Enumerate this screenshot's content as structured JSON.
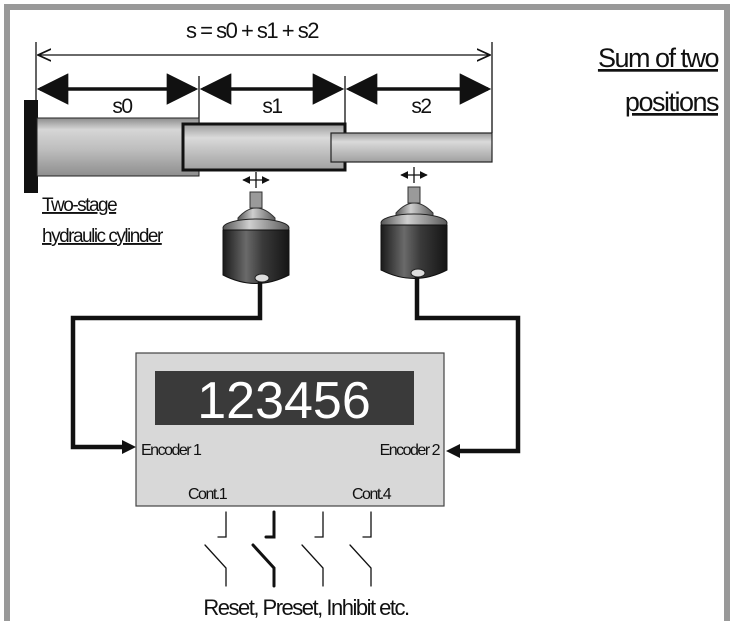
{
  "formula": "s = s0 + s1 + s2",
  "title_line1": "Sum of two",
  "title_line2": "positions",
  "segments": {
    "s0": "s0",
    "s1": "s1",
    "s2": "s2"
  },
  "cylinder_line1": "Two-stage",
  "cylinder_line2": "hydraulic cylinder",
  "display_value": "123456",
  "encoder1_label": "Encoder 1",
  "encoder2_label": "Encoder 2",
  "cont1_label": "Cont.1",
  "cont4_label": "Cont.4",
  "footer_label": "Reset, Preset, Inhibit etc.",
  "colors": {
    "frame": "#999999",
    "display_bg": "#3a3a3a",
    "display_digits": "#ffffff",
    "panel_bg": "#d8d8d8",
    "cylinder_gray": "#b8b8b8",
    "encoder_dark": "#303030"
  }
}
